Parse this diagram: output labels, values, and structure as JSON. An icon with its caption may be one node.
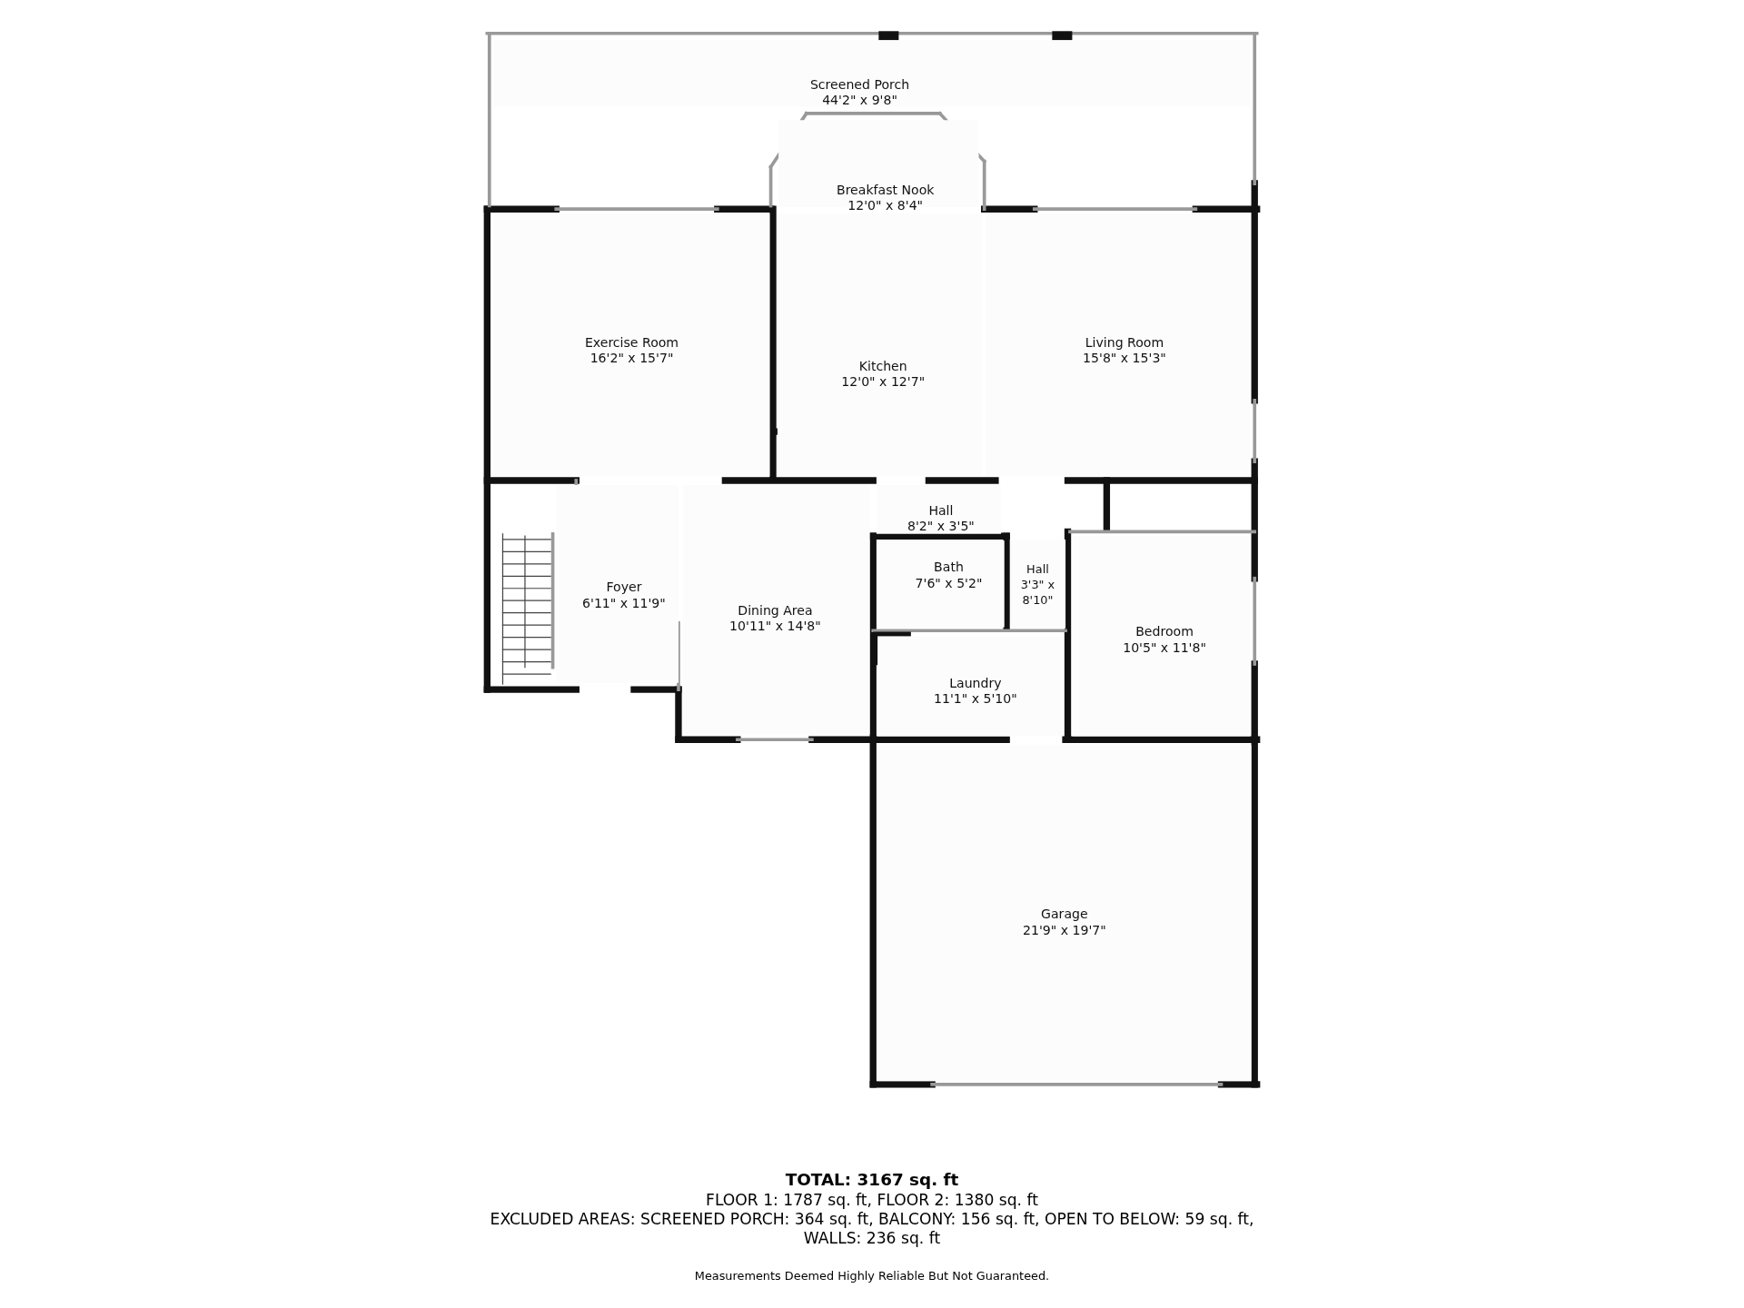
{
  "diagram": {
    "title": "TOTAL: 3167 sq. ft",
    "nodes": [
      {
        "text": [
          "Screened Porch",
          "44'2\" x 9'8\""
        ]
      },
      {
        "text": [
          "Breakfast Nook",
          "12'0\" x 8'4\""
        ]
      },
      {
        "text": [
          "Exercise Room",
          "16'2\" x 15'7\""
        ]
      },
      {
        "text": [
          "Kitchen",
          "12'0\" x 12'7\""
        ]
      },
      {
        "text": [
          "Living Room",
          "15'8\" x 15'3\""
        ]
      },
      {
        "text": [
          "Hall",
          "8'2\" x 3'5\""
        ]
      },
      {
        "text": [
          "Hall",
          "3'3\" x 8'10\""
        ]
      },
      {
        "text": [
          "Bath",
          "7'6\" x 5'2\""
        ]
      },
      {
        "text": [
          "Foyer",
          "6'11\" x 11'9\""
        ]
      },
      {
        "text": [
          "Dining Area",
          "10'11\" x 14'8\""
        ]
      },
      {
        "text": [
          "Bedroom",
          "10'5\" x 11'8\""
        ]
      },
      {
        "text": [
          "Laundry",
          "11'1\" x 5'10\""
        ]
      },
      {
        "text": [
          "Garage",
          "21'9\" x 19'7\""
        ]
      }
    ],
    "labels": [
      "FLOOR 1: 1787 sq. ft, FLOOR 2: 1380 sq. ft",
      "EXCLUDED AREAS: SCREENED PORCH: 364 sq. ft, BALCONY: 156 sq. ft, OPEN TO BELOW: 59 sq. ft,",
      "WALLS: 236 sq. ft",
      "Measurements Deemed Highly Reliable But Not Guaranteed."
    ]
  }
}
